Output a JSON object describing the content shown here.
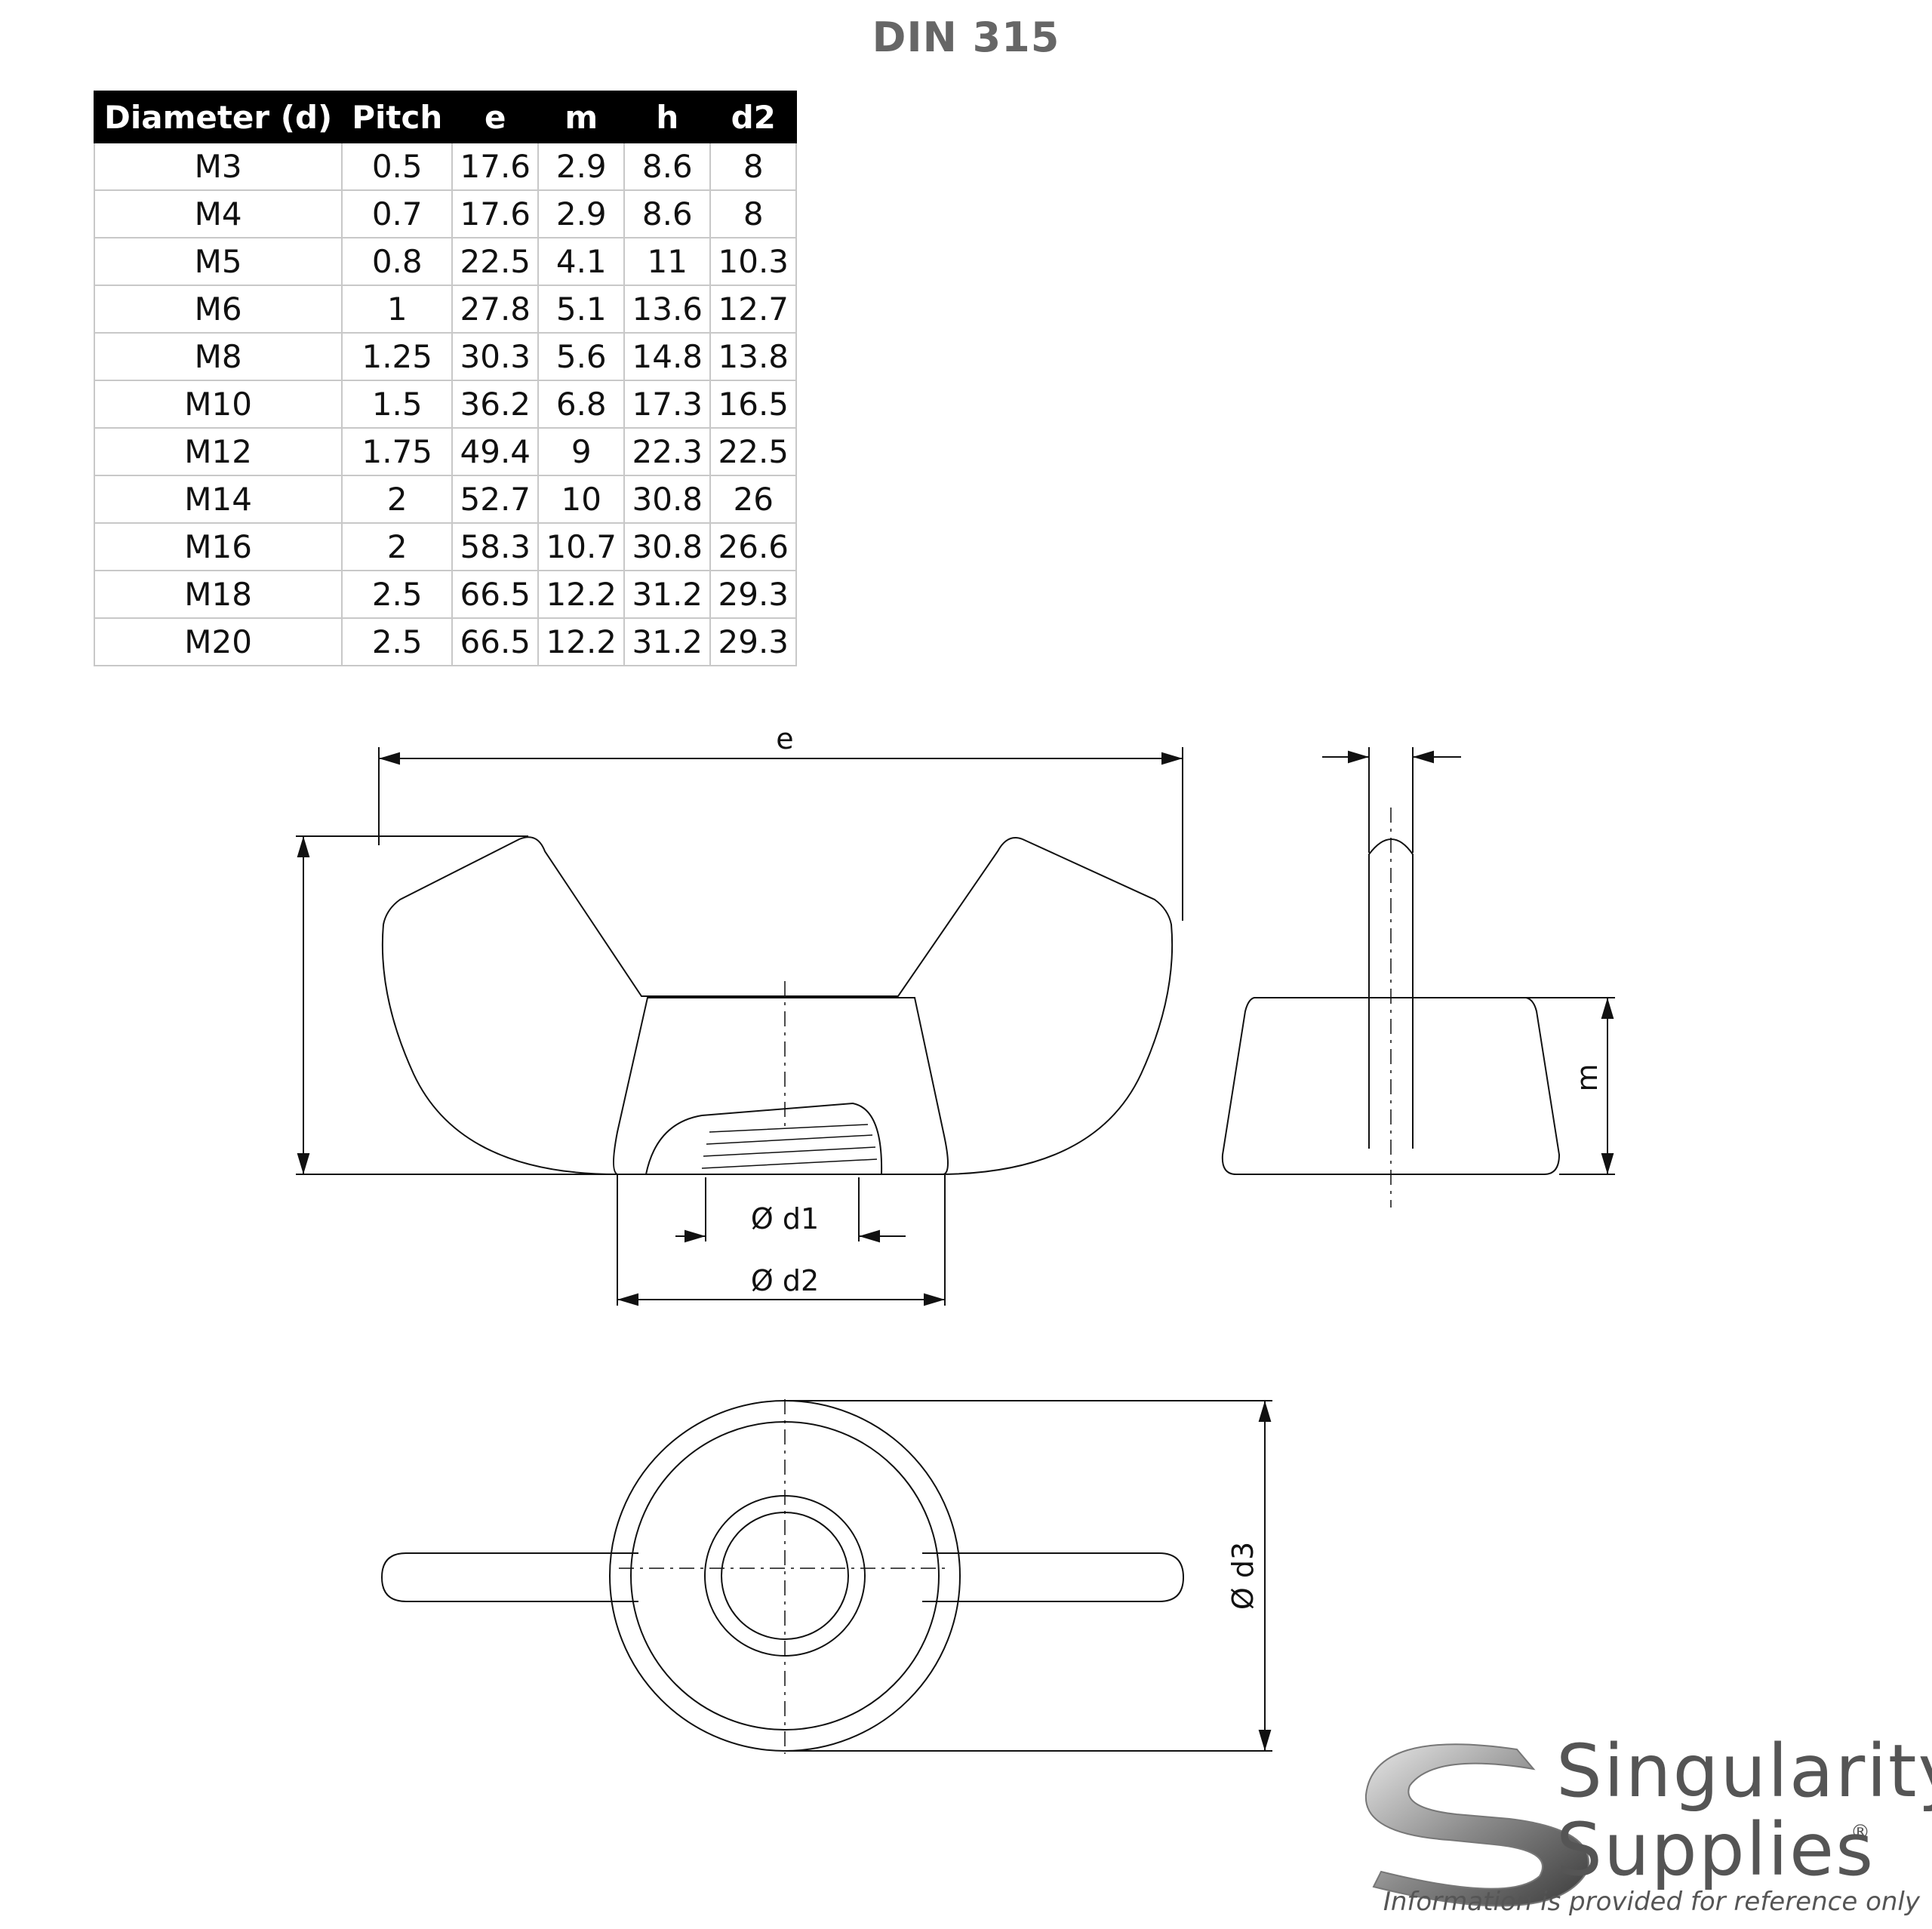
{
  "title": "DIN 315",
  "table": {
    "headers": [
      "Diameter (d)",
      "Pitch",
      "e",
      "m",
      "h",
      "d2"
    ],
    "rows": [
      [
        "M3",
        "0.5",
        "17.6",
        "2.9",
        "8.6",
        "8"
      ],
      [
        "M4",
        "0.7",
        "17.6",
        "2.9",
        "8.6",
        "8"
      ],
      [
        "M5",
        "0.8",
        "22.5",
        "4.1",
        "11",
        "10.3"
      ],
      [
        "M6",
        "1",
        "27.8",
        "5.1",
        "13.6",
        "12.7"
      ],
      [
        "M8",
        "1.25",
        "30.3",
        "5.6",
        "14.8",
        "13.8"
      ],
      [
        "M10",
        "1.5",
        "36.2",
        "6.8",
        "17.3",
        "16.5"
      ],
      [
        "M12",
        "1.75",
        "49.4",
        "9",
        "22.3",
        "22.5"
      ],
      [
        "M14",
        "2",
        "52.7",
        "10",
        "30.8",
        "26"
      ],
      [
        "M16",
        "2",
        "58.3",
        "10.7",
        "30.8",
        "26.6"
      ],
      [
        "M18",
        "2.5",
        "66.5",
        "12.2",
        "31.2",
        "29.3"
      ],
      [
        "M20",
        "2.5",
        "66.5",
        "12.2",
        "31.2",
        "29.3"
      ]
    ]
  },
  "dimensions": {
    "e": "e",
    "m": "m",
    "d1": "Ø  d1",
    "d2": "Ø  d2",
    "d3": "Ø  d3"
  },
  "brand": {
    "line1": "Singularity",
    "line2": "Supplies",
    "registered": "®",
    "disclaimer": "Information is provided for reference only"
  }
}
